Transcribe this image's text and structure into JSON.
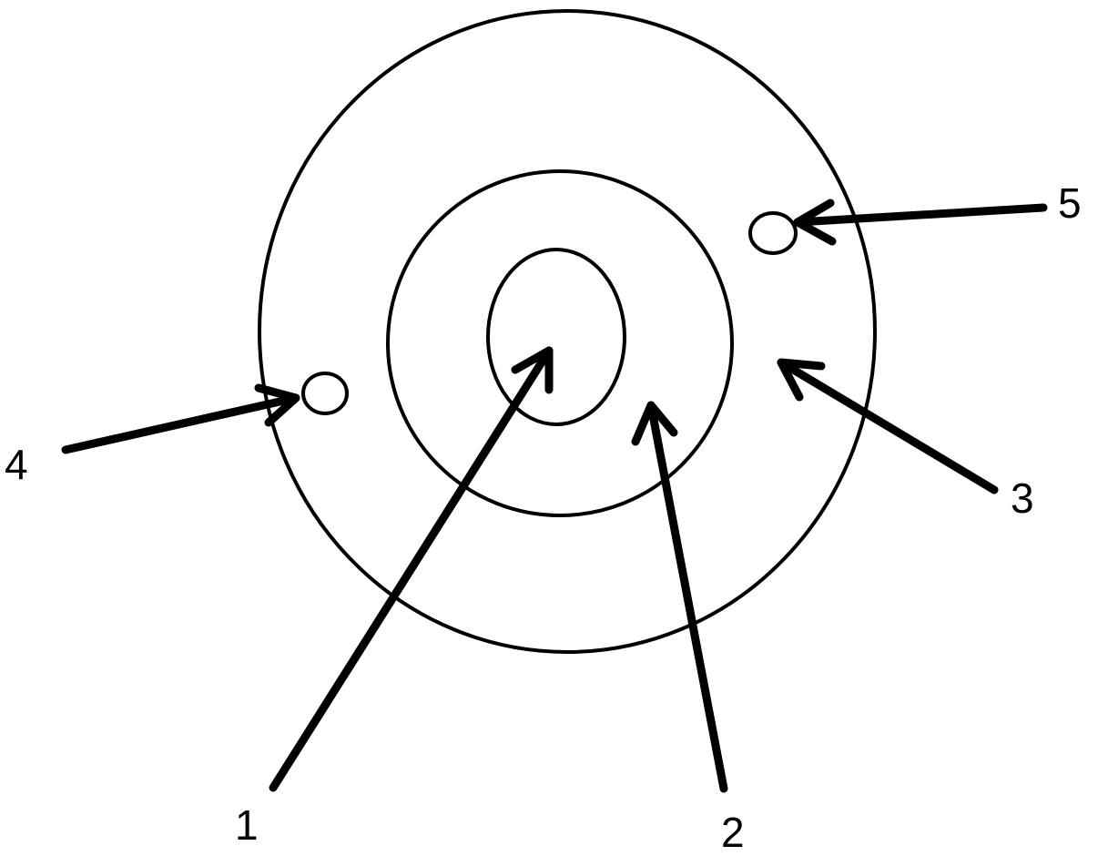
{
  "diagram": {
    "labels": {
      "one": "1",
      "two": "2",
      "three": "3",
      "four": "4",
      "five": "5"
    },
    "colors": {
      "stroke": "#000000",
      "background": "#ffffff"
    }
  }
}
